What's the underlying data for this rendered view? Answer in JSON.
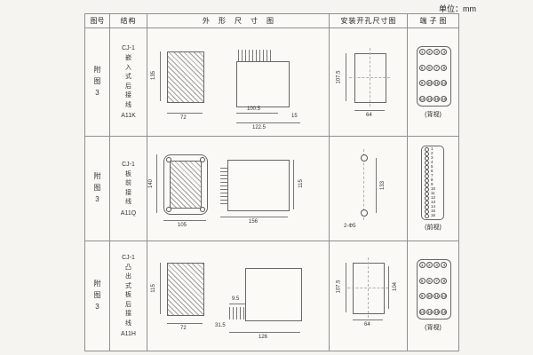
{
  "unit_label": "单位：mm",
  "header": {
    "col_figure": "图号",
    "col_structure": "结构",
    "col_outline": "外形尺寸图",
    "col_install": "安装开孔尺寸图",
    "col_terminal": "端子图"
  },
  "rows": [
    {
      "figure": "附图3",
      "model": "CJ-1",
      "structure": "嵌入式后接线",
      "code": "A11K",
      "dims": {
        "h": "135",
        "w": "72",
        "d1": "100.5",
        "d2": "122.5",
        "d3": "15"
      },
      "install": {
        "v": "107.5",
        "h": "64"
      },
      "terminal": {
        "view": "(背视)",
        "numbers": [
          "1",
          "2",
          "3",
          "4",
          "5",
          "6",
          "7",
          "8",
          "9",
          "10",
          "11",
          "12",
          "13",
          "14",
          "15",
          "16"
        ]
      }
    },
    {
      "figure": "附图3",
      "model": "CJ-1",
      "structure": "板前接线",
      "code": "A11Q",
      "dims": {
        "h": "140",
        "w": "105",
        "d1": "156",
        "d2": "115"
      },
      "install": {
        "label": "2-Φ5",
        "v": "133"
      },
      "terminal": {
        "view": "(前视)",
        "numbers": [
          "1",
          "2",
          "3",
          "4",
          "5",
          "6",
          "7",
          "8",
          "9",
          "10",
          "11",
          "12",
          "13",
          "14",
          "15",
          "16"
        ]
      }
    },
    {
      "figure": "附图3",
      "model": "CJ-1",
      "structure": "凸出式板后接线",
      "code": "A11H",
      "dims": {
        "h": "115",
        "w": "72",
        "d1": "31.5",
        "d2": "9.5",
        "d3": "126"
      },
      "install": {
        "v": "107.5",
        "v2": "104",
        "h": "64"
      },
      "terminal": {
        "view": "(背视)",
        "numbers": [
          "1",
          "2",
          "3",
          "4",
          "5",
          "6",
          "7",
          "8",
          "9",
          "10",
          "11",
          "12",
          "13",
          "14",
          "15",
          "16"
        ]
      }
    }
  ]
}
